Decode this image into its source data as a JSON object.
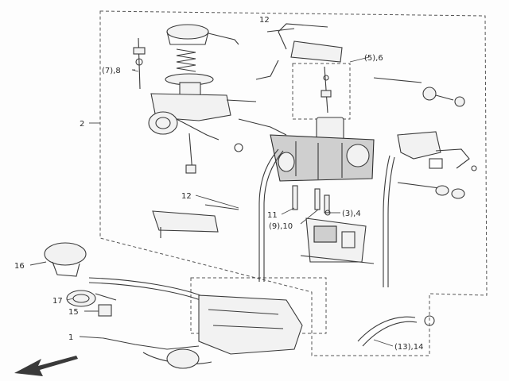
{
  "callouts": {
    "c1": "1",
    "c2": "2",
    "c5_6": "(5),6",
    "c7_8": "(7),8",
    "c9_10": "(9),10",
    "c11": "11",
    "c12a": "12",
    "c12b": "12",
    "c3_4": "(3),4",
    "c13_14": "(13),14",
    "c15": "15",
    "c16": "16",
    "c17": "17"
  },
  "icons": {
    "direction": "front-arrow-icon"
  },
  "colors": {
    "ink": "#3a3a3a",
    "paper": "#fdfdfd"
  }
}
